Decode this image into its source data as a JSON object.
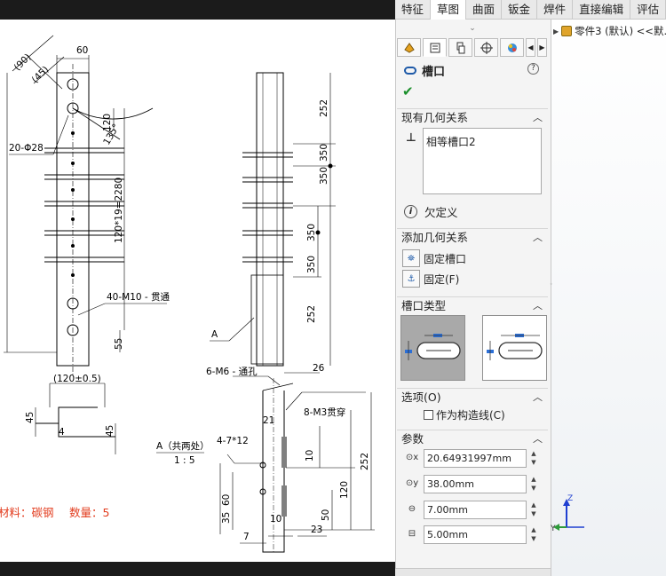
{
  "tabs": [
    "特征",
    "草图",
    "曲面",
    "钣金",
    "焊件",
    "直接编辑",
    "评估"
  ],
  "active_tab": "草图",
  "pm": {
    "title": "槽口",
    "help": "?",
    "ok": "✔",
    "collapse_glyph": "⌄",
    "existing_relations": {
      "header": "现有几何关系",
      "items": [
        "相等槽口2"
      ],
      "status": "欠定义"
    },
    "add_relations": {
      "header": "添加几何关系",
      "items": [
        "固定槽口",
        "固定(F)"
      ]
    },
    "slot_type": {
      "header": "槽口类型",
      "selected": "straight-slot"
    },
    "options": {
      "header": "选项(O)",
      "construction_label": "作为构造线(C)",
      "construction_checked": false
    },
    "params": {
      "header": "参数",
      "x": "20.64931997mm",
      "y": "38.00mm",
      "width": "7.00mm",
      "length": "5.00mm"
    }
  },
  "tree": {
    "root_label": "零件3 (默认) <<默..."
  },
  "triad": {
    "z": "Z",
    "y": "Y"
  },
  "drawing": {
    "left": {
      "d90": "(90)",
      "d45": "(45)",
      "d60": "60",
      "d120": "120",
      "a135": "135°",
      "holes": "20-Φ28",
      "pitch": "120*19=2280",
      "tap": "40-M10 - 贯通",
      "d55": "55",
      "d120tol": "(120±0.5)",
      "d45a": "45",
      "d4": "4",
      "d45b": "45"
    },
    "right": {
      "d252a": "252",
      "d350a": "350",
      "d350b": "350",
      "d350c": "350",
      "d350d": "350",
      "d252b": "252",
      "labelA": "A",
      "m6": "6-M6 - 通孔",
      "d26": "26",
      "m3": "8-M3贯穿",
      "d21": "21",
      "d10a": "10",
      "d252c": "252",
      "d120b": "120",
      "d50": "50",
      "d10b": "10",
      "d23": "23",
      "d7": "7",
      "d35": "35",
      "d60b": "60",
      "holes47": "4-7*12",
      "viewA": "A（共两处）",
      "scale": "1 : 5"
    },
    "material": "材料：碳钢",
    "quantity": "数量：5"
  }
}
